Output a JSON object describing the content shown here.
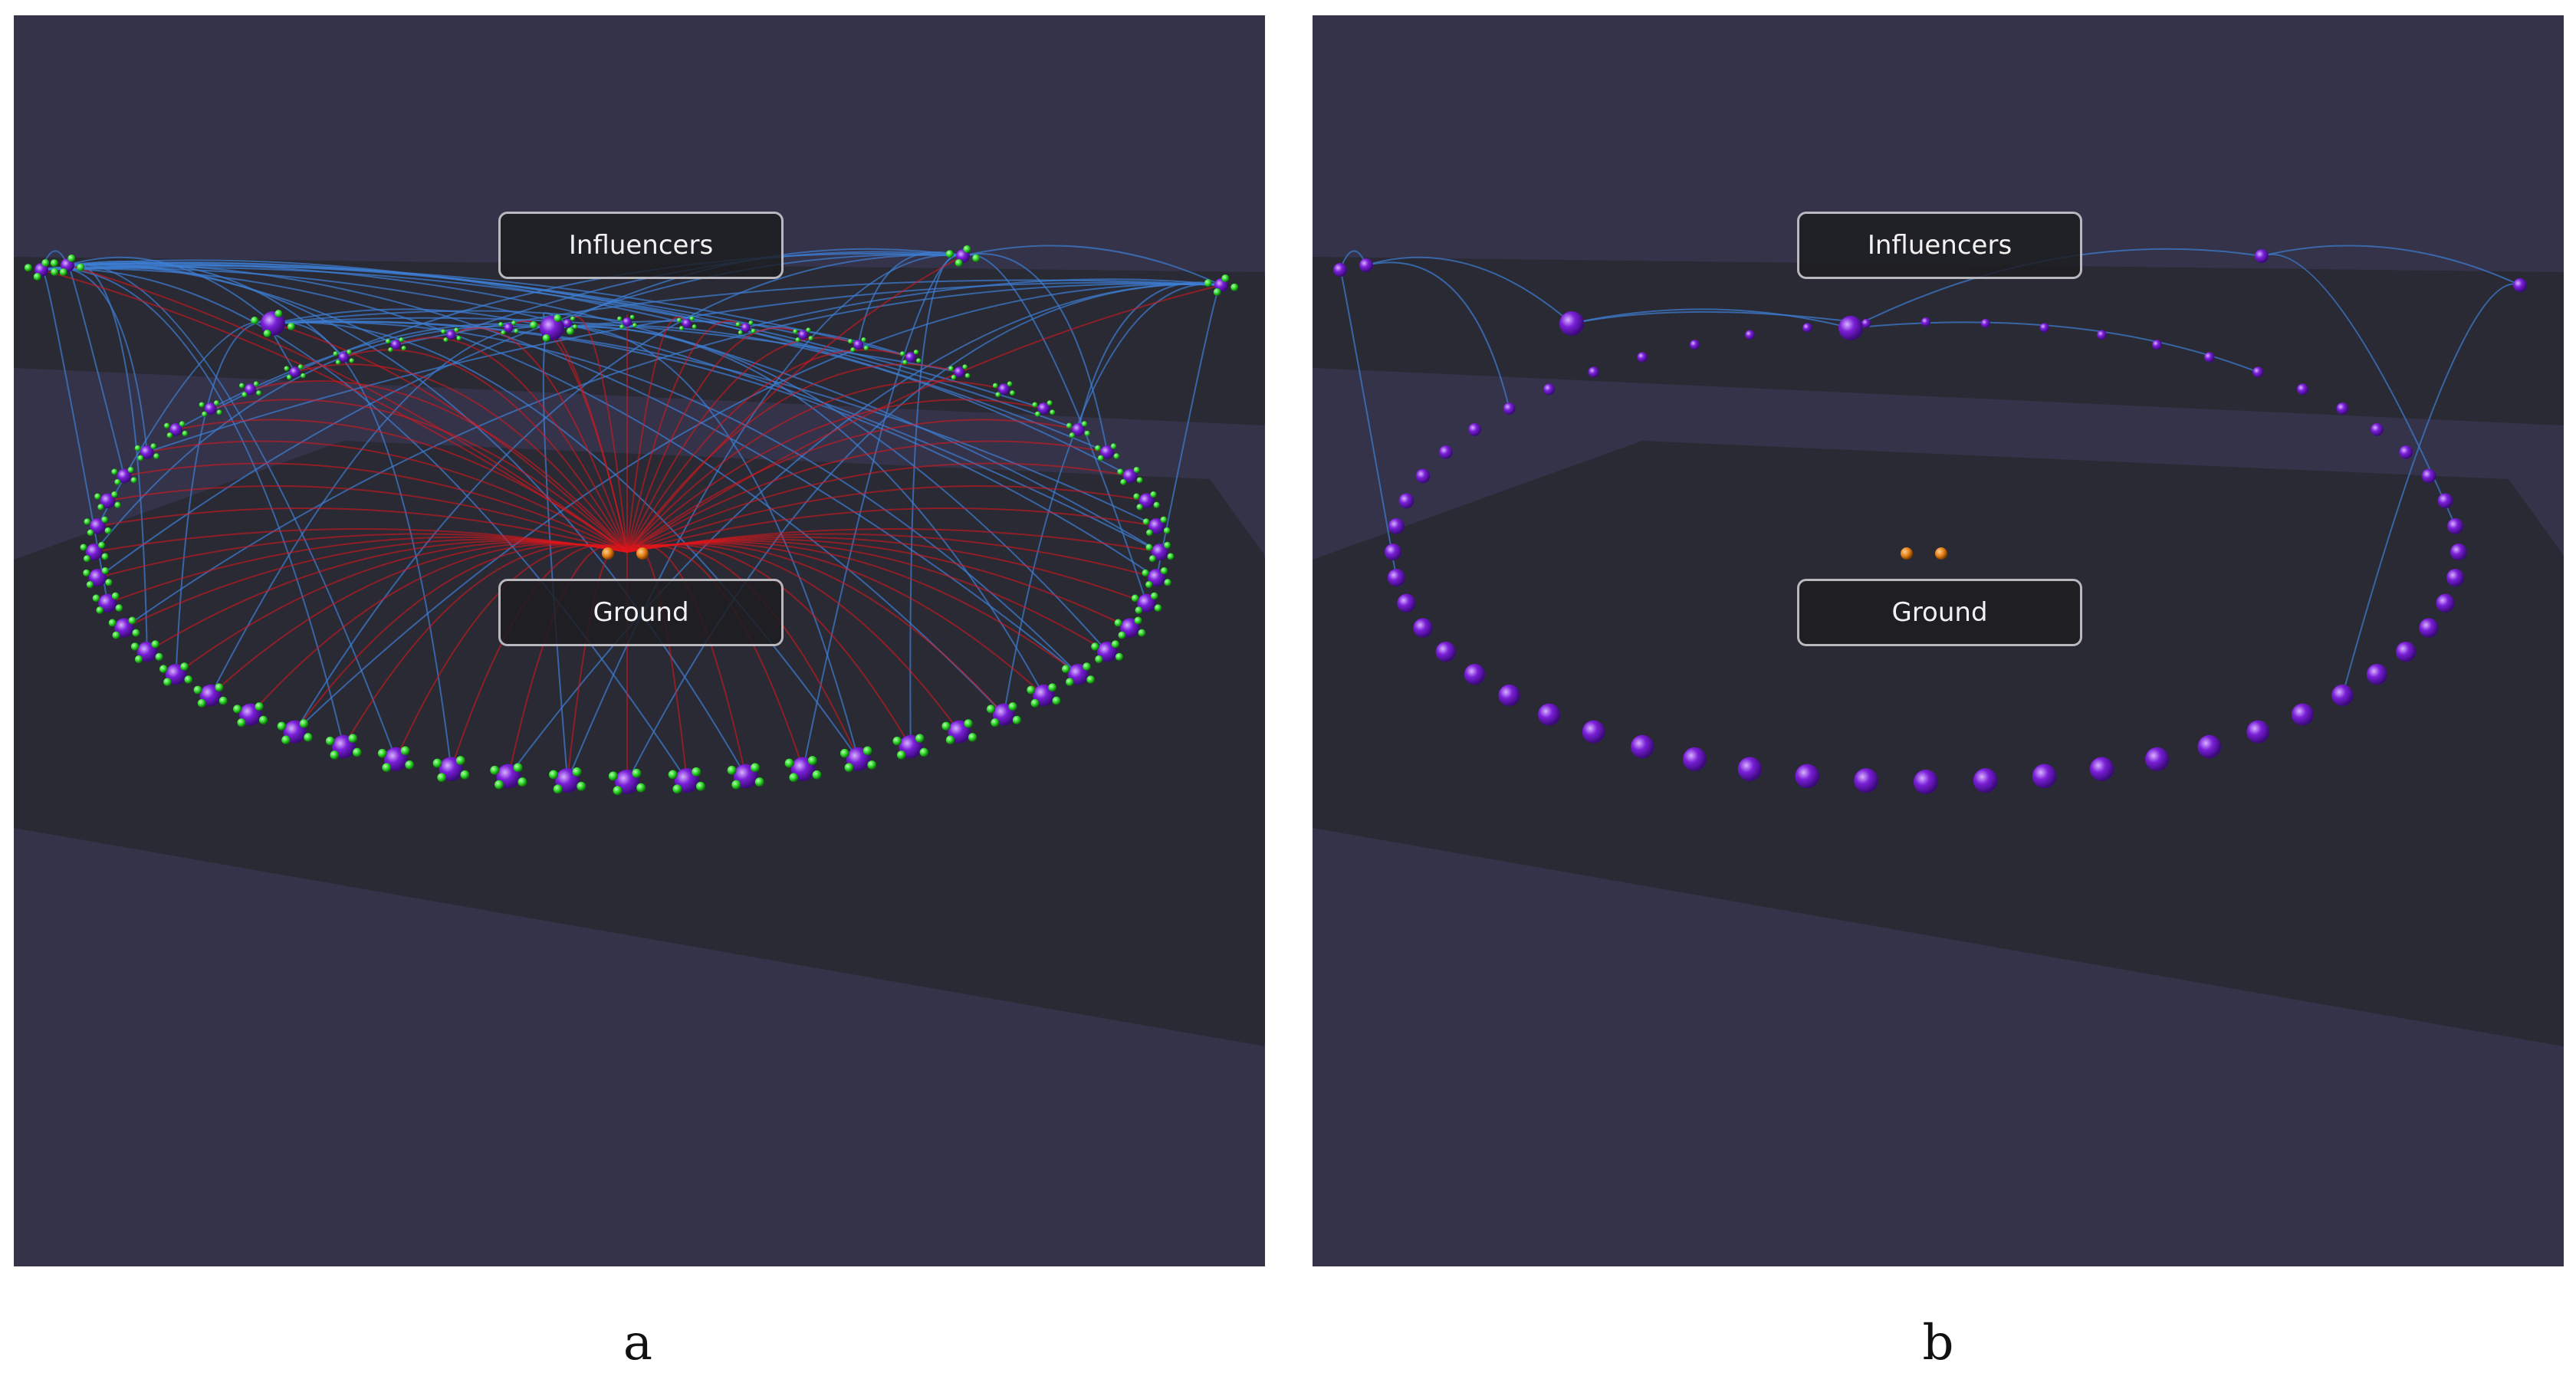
{
  "panels": [
    {
      "id": "a",
      "caption": "a",
      "layers": {
        "top": "Influencers",
        "bottom": "Ground"
      },
      "show_followers": true,
      "show_red_edges": true
    },
    {
      "id": "b",
      "caption": "b",
      "layers": {
        "top": "Influencers",
        "bottom": "Ground"
      },
      "show_followers": false,
      "show_red_edges": false
    }
  ],
  "colors": {
    "background": "#343349",
    "plane": "#2a2a34",
    "node": "#7a1fd8",
    "follower": "#2fd629",
    "hub": "#e07b12",
    "influence_edge": "#3d7fd6",
    "ground_edge": "#e0161c",
    "label_box": "#1c1c20",
    "label_border": "#b8b8be"
  }
}
